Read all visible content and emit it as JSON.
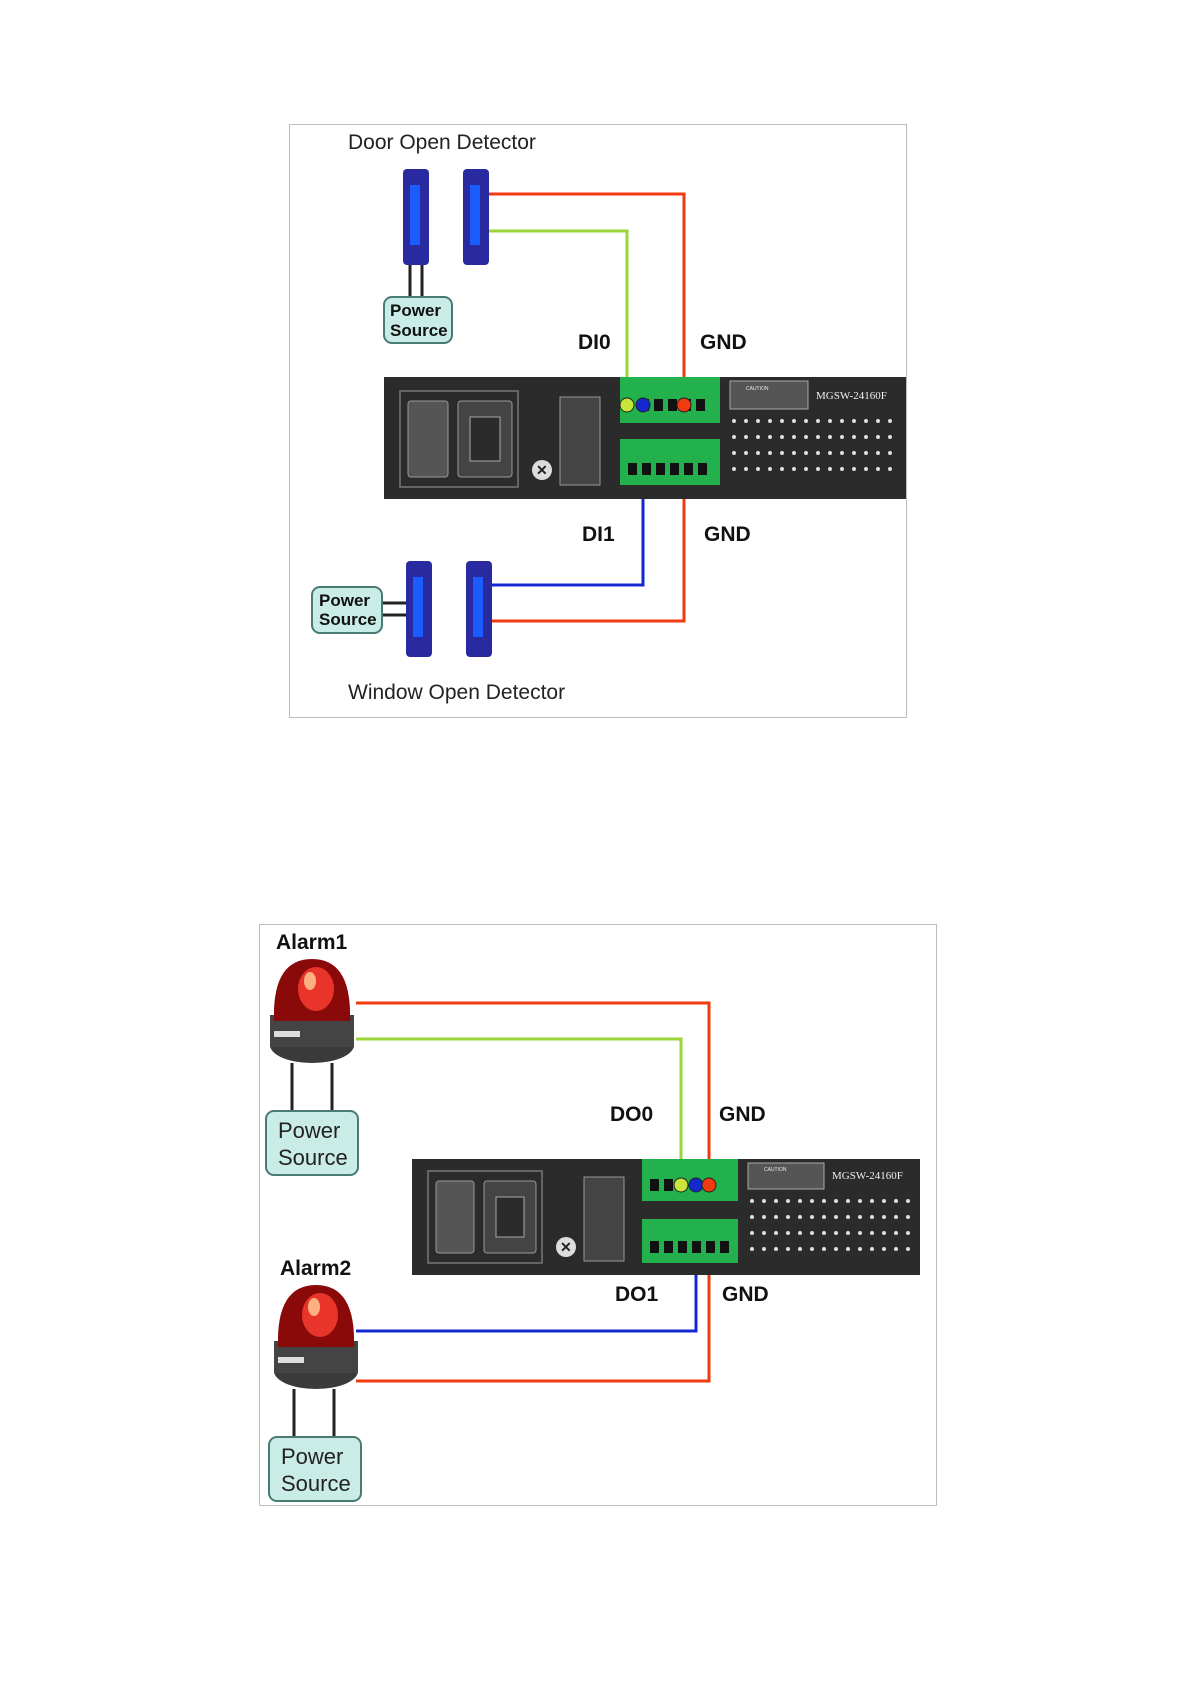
{
  "figure1": {
    "title_top": "Door Open Detector",
    "title_bottom": "Window Open Detector",
    "power_source_top": [
      "Power",
      "Source"
    ],
    "power_source_bottom": [
      "Power",
      "Source"
    ],
    "label_di0": "DI0",
    "label_gnd_top": "GND",
    "label_di1": "DI1",
    "label_gnd_bottom": "GND",
    "switch_model": "MGSW-24160F",
    "caution": "CAUTION"
  },
  "figure2": {
    "alarm1": "Alarm1",
    "alarm2": "Alarm2",
    "power_source_top": [
      "Power",
      "Source"
    ],
    "power_source_bottom": [
      "Power",
      "Source"
    ],
    "label_do0": "DO0",
    "label_gnd_top": "GND",
    "label_do1": "DO1",
    "label_gnd_bottom": "GND",
    "switch_model": "MGSW-24160F",
    "caution": "CAUTION"
  },
  "colors": {
    "wire_red": "#f03a10",
    "wire_green": "#9ad63a",
    "wire_blue": "#1428d0",
    "terminal_green": "#22b14c",
    "sensor_blue": "#2a2aa0",
    "power_box": "#c9ece6",
    "switch_body": "#2b2b2b"
  }
}
